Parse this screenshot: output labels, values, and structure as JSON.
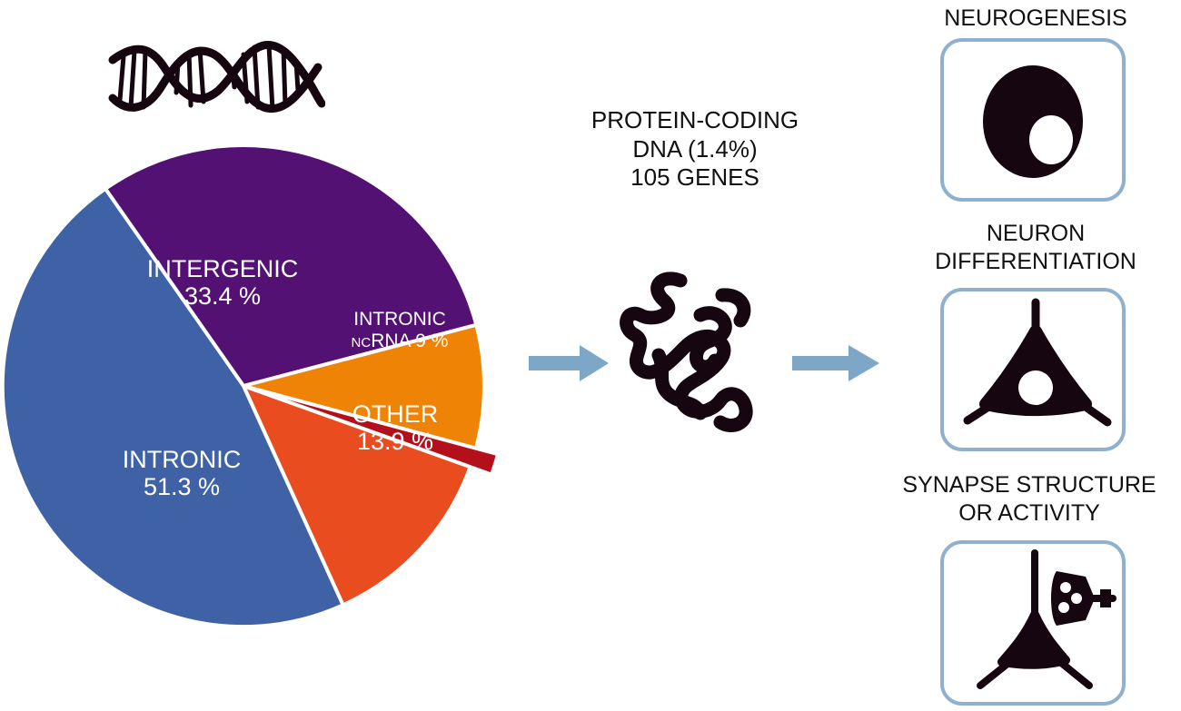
{
  "chart_data": {
    "type": "pie",
    "slices": [
      {
        "label": "INTERGENIC",
        "value": 33.4,
        "value_text": "33.4 %",
        "color": "#531174"
      },
      {
        "label": "INTRONIC",
        "label_sc": "NC",
        "label_rest": "RNA",
        "value": 9,
        "value_text": "9 %",
        "color": "#ef8305"
      },
      {
        "label": "PROTEIN-CODING DNA",
        "value": 1.4,
        "value_text": "",
        "color": "#b4101c"
      },
      {
        "label": "OTHER",
        "value": 13.9,
        "value_text": "13.9 %",
        "color": "#e84c1f"
      },
      {
        "label": "INTRONIC",
        "value": 51.3,
        "value_text": "51.3 %",
        "color": "#3f62a6"
      }
    ]
  },
  "protein_label": {
    "line1": "PROTEIN-CODING",
    "line2": "DNA (1.4%)",
    "line3": "105 GENES"
  },
  "colors": {
    "arrow": "#7ea6c6",
    "panel_border": "#8fb1cd",
    "icon": "#150610"
  },
  "sections": {
    "neurogenesis": {
      "title": "NEUROGENESIS"
    },
    "differentiation": {
      "title_line1": "NEURON",
      "title_line2": "DIFFERENTIATION"
    },
    "synapse": {
      "title_line1": "SYNAPSE STRUCTURE",
      "title_line2": "OR ACTIVITY"
    }
  },
  "icons": {
    "dna": "dna-helix-icon",
    "protein": "folded-protein-icon",
    "neurogenesis": "neural-progenitor-cell-icon",
    "differentiation": "neuron-icon",
    "synapse": "synapse-icon"
  }
}
